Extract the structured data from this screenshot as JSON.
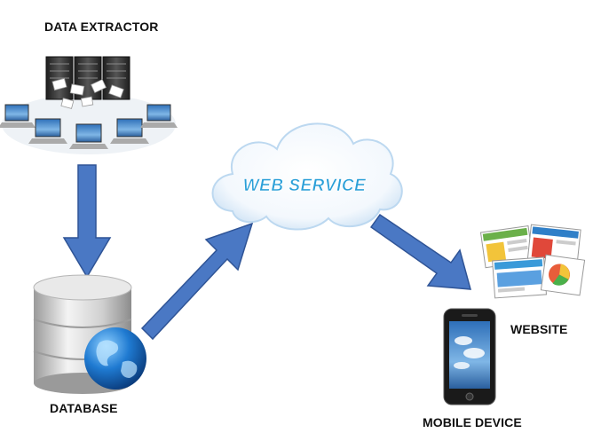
{
  "nodes": {
    "data_extractor": {
      "label": "DATA EXTRACTOR"
    },
    "database": {
      "label": "DATABASE"
    },
    "web_service": {
      "label": "WEB SERVICE"
    },
    "website": {
      "label": "WEBSITE"
    },
    "mobile_device": {
      "label": "MOBILE DEVICE"
    }
  },
  "colors": {
    "arrow_fill": "#4a78c4",
    "arrow_stroke": "#2f5496",
    "cloud_text": "#2a9fd8",
    "server": "#3a3a3a",
    "database": "#c8c8c8",
    "globe": "#1f7ad1"
  }
}
